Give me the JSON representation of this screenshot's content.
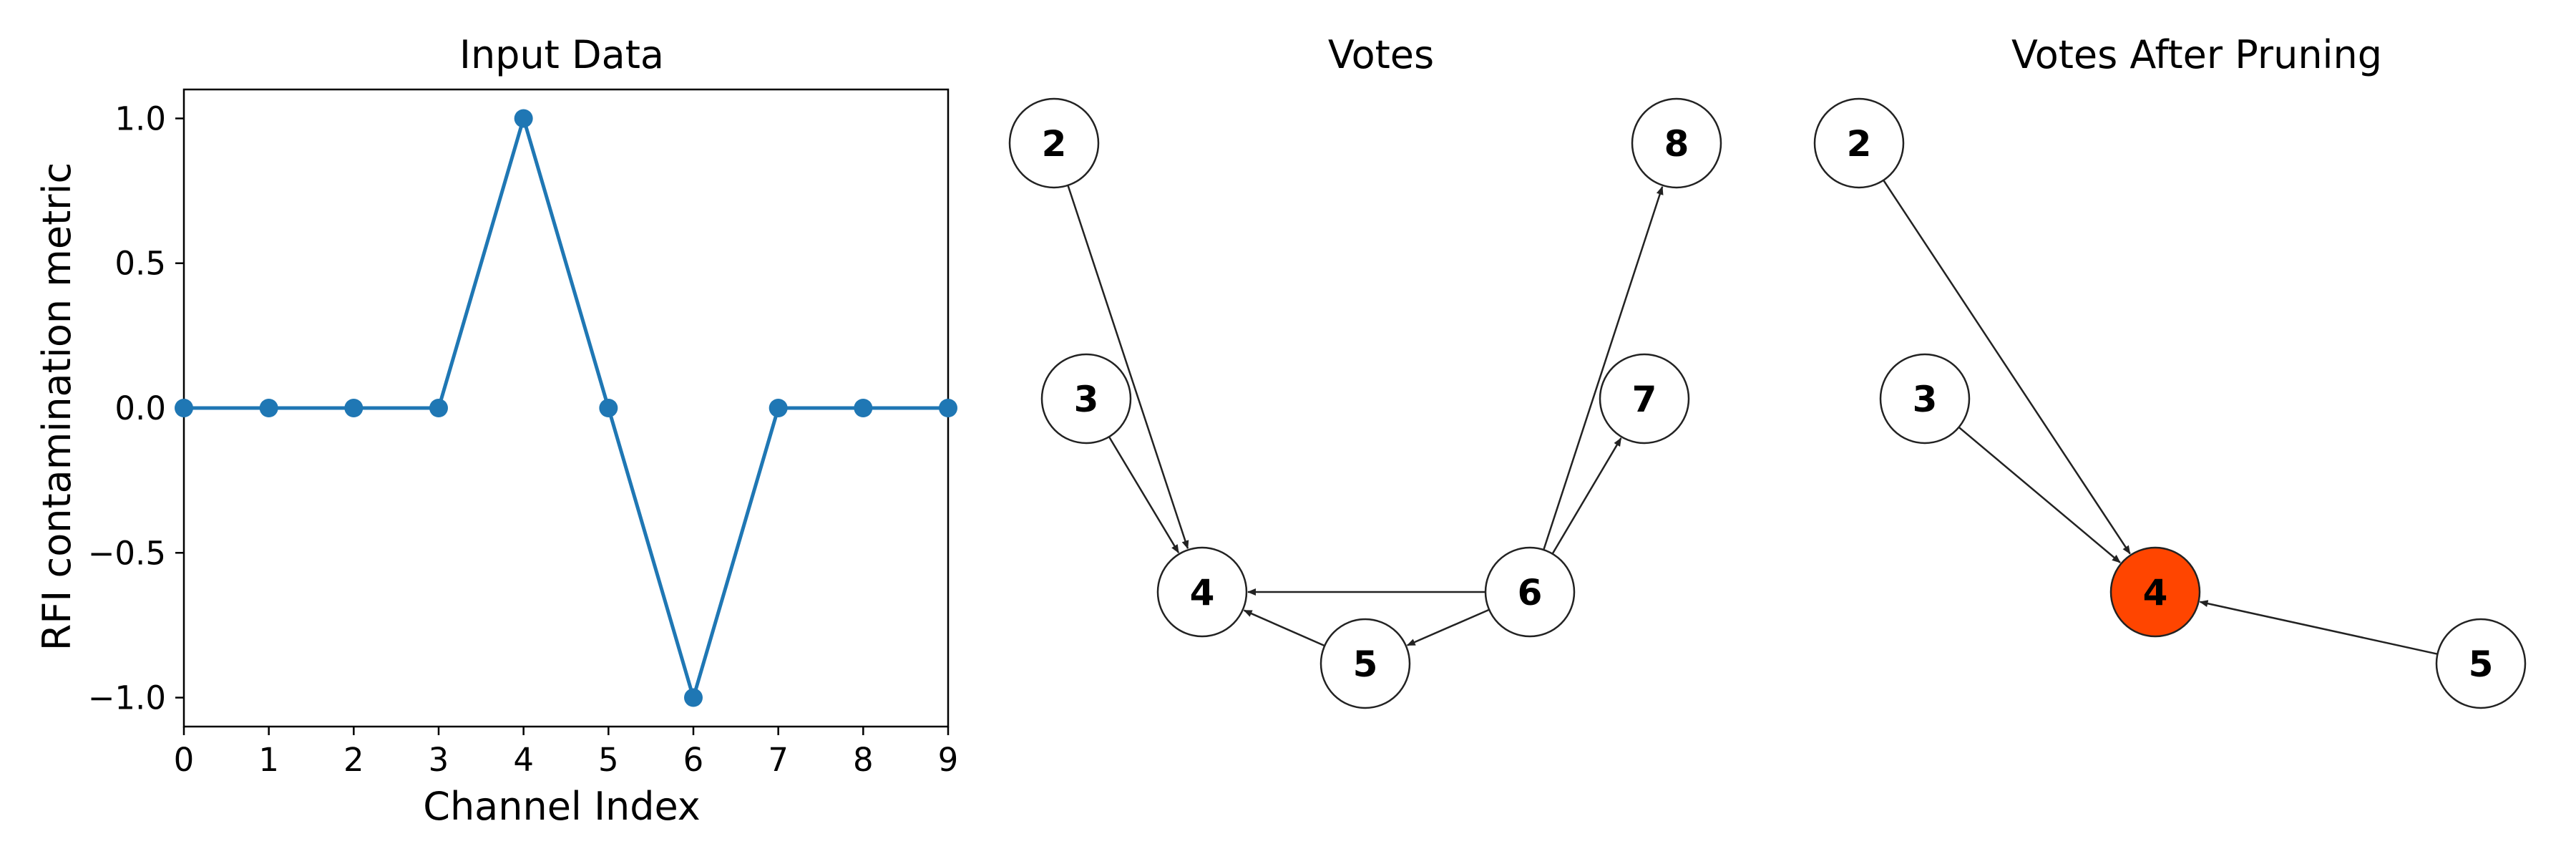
{
  "chart_data": [
    {
      "type": "line",
      "title": "Input Data",
      "xlabel": "Channel Index",
      "ylabel": "RFI contamination metric",
      "x": [
        0,
        1,
        2,
        3,
        4,
        5,
        6,
        7,
        8,
        9
      ],
      "y": [
        0,
        0,
        0,
        0,
        1,
        0,
        -1,
        0,
        0,
        0
      ],
      "xlim": [
        0,
        9
      ],
      "ylim": [
        -1.1,
        1.1
      ],
      "xticks": [
        0,
        1,
        2,
        3,
        4,
        5,
        6,
        7,
        8,
        9
      ],
      "yticks": [
        1.0,
        0.5,
        0.0,
        -0.5,
        -1.0
      ],
      "ytick_labels": [
        "1.0",
        "0.5",
        "0.0",
        "−0.5",
        "−1.0"
      ],
      "grid": false,
      "line_color": "#1f77b4"
    },
    {
      "type": "graph",
      "title": "Votes",
      "nodes": [
        {
          "id": "2",
          "label": "2"
        },
        {
          "id": "3",
          "label": "3"
        },
        {
          "id": "4",
          "label": "4"
        },
        {
          "id": "5",
          "label": "5"
        },
        {
          "id": "6",
          "label": "6"
        },
        {
          "id": "7",
          "label": "7"
        },
        {
          "id": "8",
          "label": "8"
        }
      ],
      "edges": [
        {
          "from": "2",
          "to": "4"
        },
        {
          "from": "3",
          "to": "4"
        },
        {
          "from": "5",
          "to": "4"
        },
        {
          "from": "6",
          "to": "4"
        },
        {
          "from": "6",
          "to": "5"
        },
        {
          "from": "6",
          "to": "7"
        },
        {
          "from": "6",
          "to": "8"
        }
      ]
    },
    {
      "type": "graph",
      "title": "Votes After Pruning",
      "nodes": [
        {
          "id": "2",
          "label": "2"
        },
        {
          "id": "3",
          "label": "3"
        },
        {
          "id": "4",
          "label": "4",
          "highlight": true
        },
        {
          "id": "5",
          "label": "5"
        }
      ],
      "edges": [
        {
          "from": "2",
          "to": "4"
        },
        {
          "from": "3",
          "to": "4"
        },
        {
          "from": "5",
          "to": "4"
        }
      ],
      "highlight_color": "#ff4500"
    }
  ]
}
